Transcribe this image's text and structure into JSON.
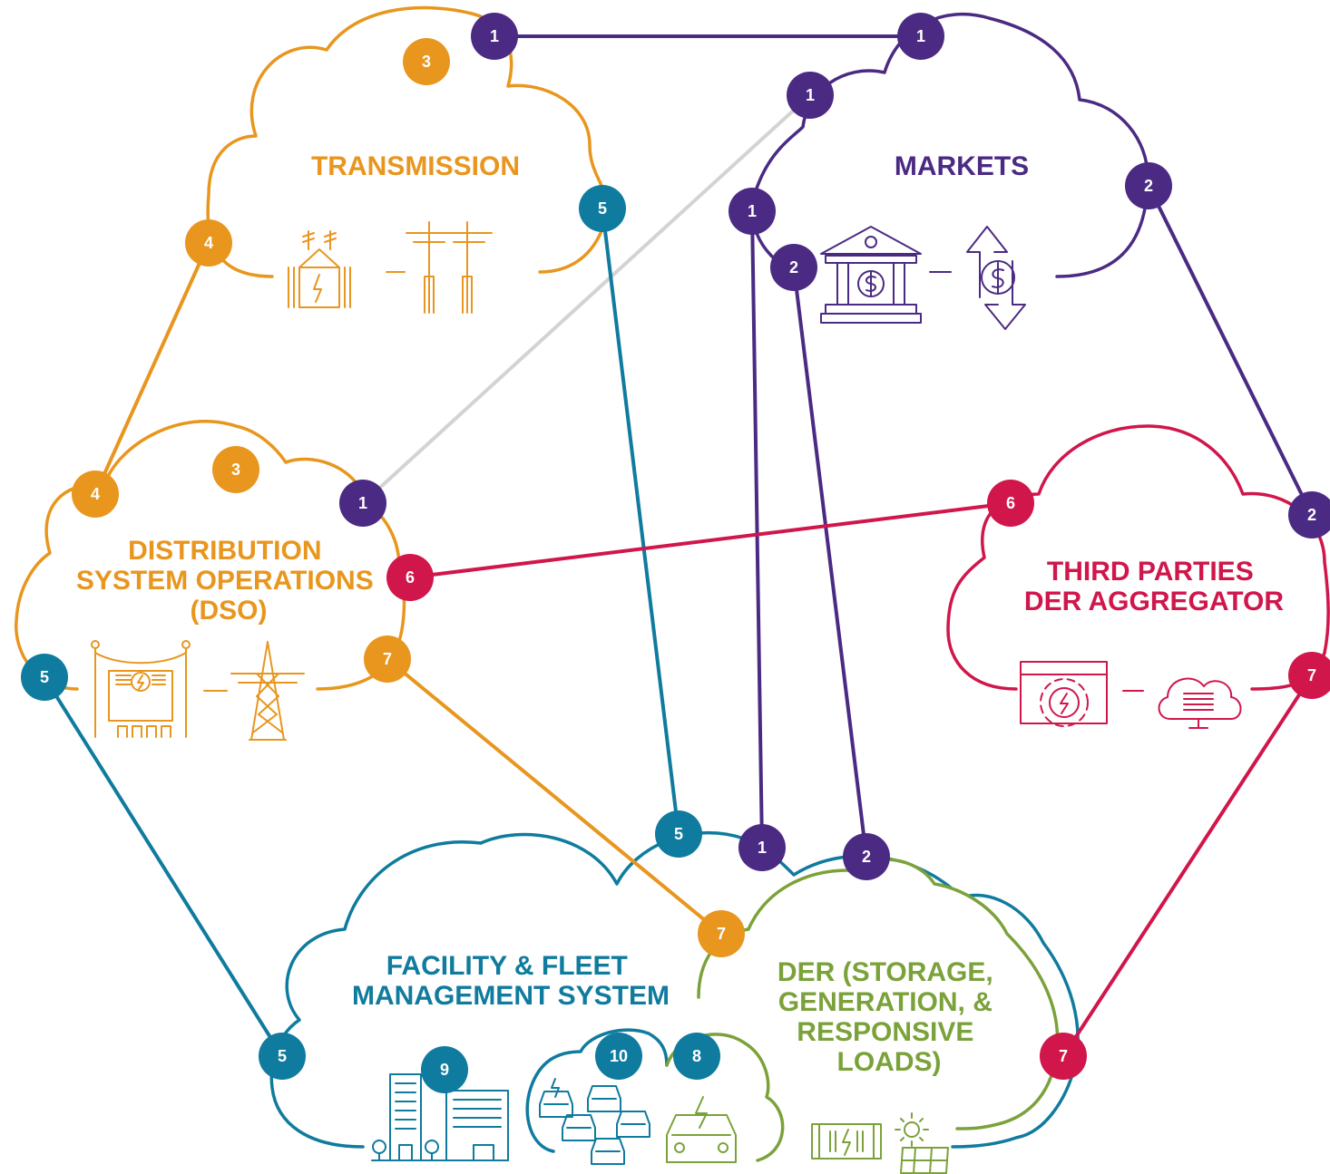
{
  "colors": {
    "orange": "#E8961E",
    "purple": "#4B2A83",
    "teal": "#0F7B9E",
    "crimson": "#D0164B",
    "green": "#7BA23A",
    "gray": "#D3D3D3"
  },
  "clouds": {
    "transmission": {
      "title": [
        "TRANSMISSION"
      ]
    },
    "markets": {
      "title": [
        "MARKETS"
      ]
    },
    "dso": {
      "title": [
        "DISTRIBUTION",
        "SYSTEM OPERATIONS",
        "(DSO)"
      ]
    },
    "third_parties": {
      "title": [
        "THIRD PARTIES",
        "DER AGGREGATOR"
      ]
    },
    "facility": {
      "title": [
        "FACILITY & FLEET",
        "MANAGEMENT SYSTEM"
      ]
    },
    "der": {
      "title": [
        "DER (STORAGE,",
        "GENERATION, &",
        "RESPONSIVE",
        "LOADS)"
      ]
    }
  },
  "badges": {
    "t3": "3",
    "t4": "4",
    "t5": "5",
    "t1": "1",
    "m1a": "1",
    "m1b": "1",
    "m1c": "1",
    "m2a": "2",
    "m2b": "2",
    "d3": "3",
    "d4": "4",
    "d1": "1",
    "d6": "6",
    "d5": "5",
    "d7": "7",
    "tp6": "6",
    "tp2": "2",
    "tp7": "7",
    "f5top": "5",
    "f1": "1",
    "f2": "2",
    "f7": "7",
    "f5left": "5",
    "f9": "9",
    "f10": "10",
    "f8": "8",
    "der7": "7"
  },
  "icons": [
    "substation-icon",
    "transmission-pole-icon",
    "bank-icon",
    "price-updown-icon",
    "distribution-substation-icon",
    "pylon-icon",
    "gear-software-icon",
    "cloud-server-icon",
    "buildings-icon",
    "ev-fleet-icon",
    "ev-car-icon",
    "battery-storage-icon",
    "solar-panel-icon"
  ]
}
